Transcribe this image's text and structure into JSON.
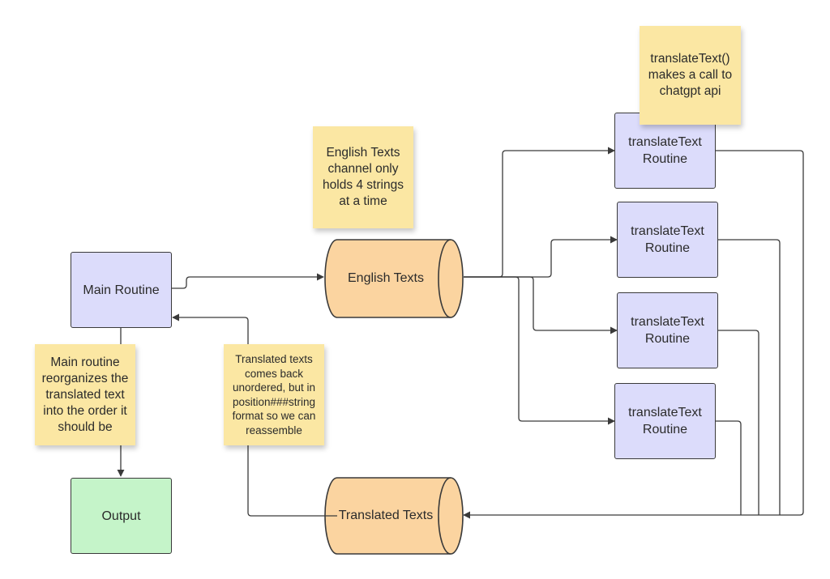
{
  "nodes": {
    "main_routine": "Main Routine",
    "output": "Output",
    "english_texts": "English Texts",
    "translated_texts": "Translated Texts",
    "translate_routines": [
      "translateText Routine",
      "translateText Routine",
      "translateText Routine",
      "translateText Routine"
    ]
  },
  "notes": {
    "api_call": "translateText() makes a call to chatgpt api",
    "channel_capacity": "English Texts channel only holds 4 strings at a time",
    "reorganize": "Main routine reorganizes the translated text into the order it should be",
    "unordered": "Translated texts comes back unordered, but in position###string format so we can reassemble"
  },
  "colors": {
    "routine_fill": "#dcdcfb",
    "output_fill": "#c5f4c9",
    "channel_fill": "#fbd4a0",
    "note_fill": "#fbe7a3",
    "stroke": "#3a3a3a"
  }
}
